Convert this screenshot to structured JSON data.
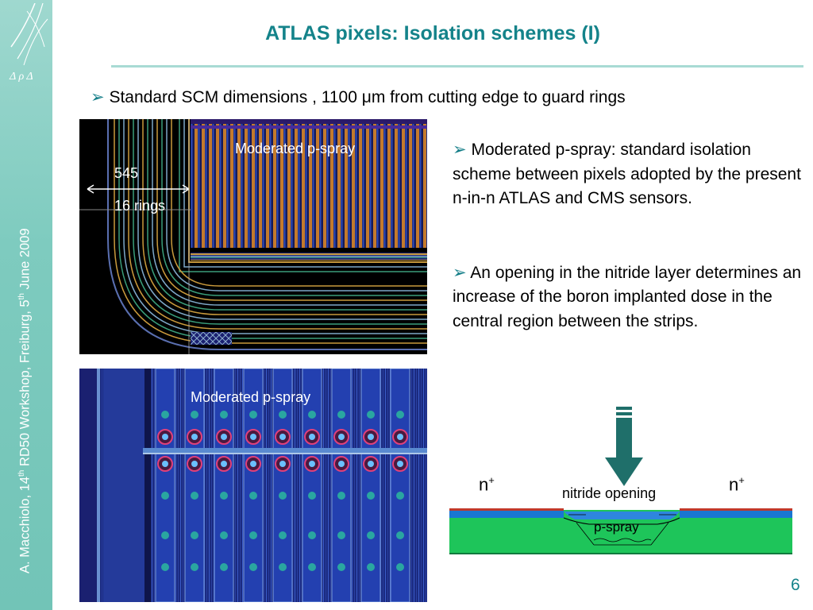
{
  "title": "ATLAS  pixels:  Isolation schemes (I)",
  "sidebar": {
    "author_prefix": "A. Macchiolo, 14",
    "author_sup": "th",
    "event": " RD50 Workshop, Freiburg, 5",
    "date_sup": "th",
    "date_suffix": " June 2009"
  },
  "bullet1": {
    "arrow": "➢",
    "text": "Standard SCM dimensions , 1100 μm from cutting edge to guard rings"
  },
  "image_top": {
    "label_spray": "Moderated p-spray",
    "label_dim": "545",
    "label_rings": "16 rings"
  },
  "image_bottom": {
    "label_spray": "Moderated p-spray"
  },
  "right": {
    "arrow": "➢",
    "para1": "Moderated p-spray: standard isolation scheme between pixels adopted by the present  n-in-n ATLAS and CMS sensors.",
    "para2": "An opening in the nitride layer determines an increase of the boron implanted dose in the central region between the strips."
  },
  "diagram": {
    "n_left": "n",
    "n_right": "n",
    "n_sup": "+",
    "nitride_label": "nitride opening",
    "pspray_label": "p-spray"
  },
  "page_number": "6",
  "colors": {
    "accent": "#14838a",
    "sidebar": "#7ecbbf",
    "layout_blue": "#1c2f8c",
    "layout_orange": "#c47a2c",
    "sim_green": "#1ec55a"
  }
}
